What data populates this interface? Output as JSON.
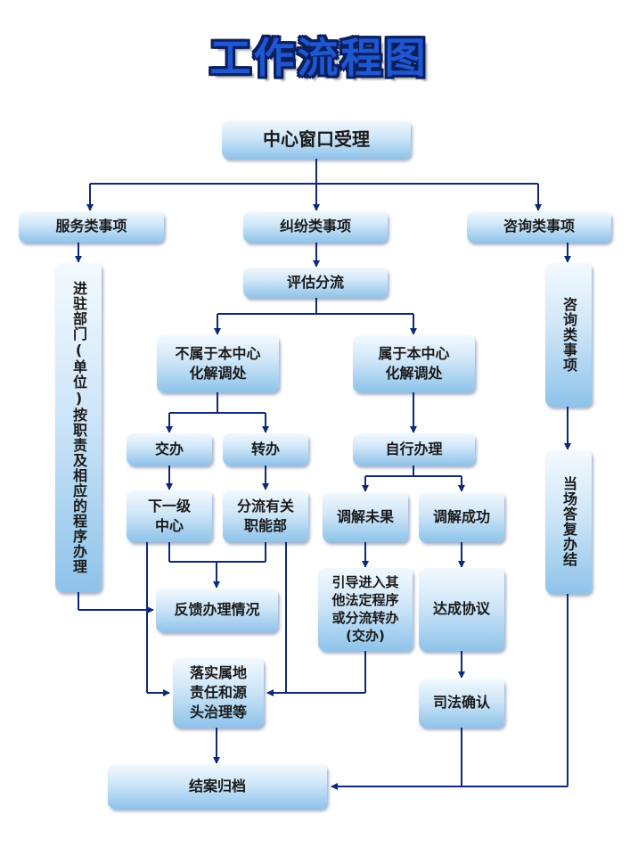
{
  "title": "工作流程图",
  "nodes": {
    "reception": "中心窗口受理",
    "service": "服务类事项",
    "dispute": "纠纷类事项",
    "consult": "咨询类事项",
    "service_detail": "进驻部门(单位)按职责及相应的程序办理",
    "assess": "评估分流",
    "consult_detail": "咨询类事项",
    "not_belong": "不属于本中心\n化解调处",
    "belong": "属于本中心\n化解调处",
    "assign": "交办",
    "transfer": "转办",
    "self_handle": "自行办理",
    "lower_center": "下一级\n中心",
    "relevant_dept": "分流有关\n职能部",
    "mediation_fail": "调解未果",
    "mediation_success": "调解成功",
    "feedback": "反馈办理情况",
    "guide": "引导进入其\n他法定程序\n或分流转办\n(交办)",
    "agreement": "达成协议",
    "onsite_reply": "当场答复办结",
    "implement": "落实属地\n责任和源\n头治理等",
    "judicial": "司法确认",
    "archive": "结案归档"
  },
  "colors": {
    "line": "#0d2a7a",
    "title": "#1f57d1",
    "title_outline": "#0b1f5e"
  }
}
